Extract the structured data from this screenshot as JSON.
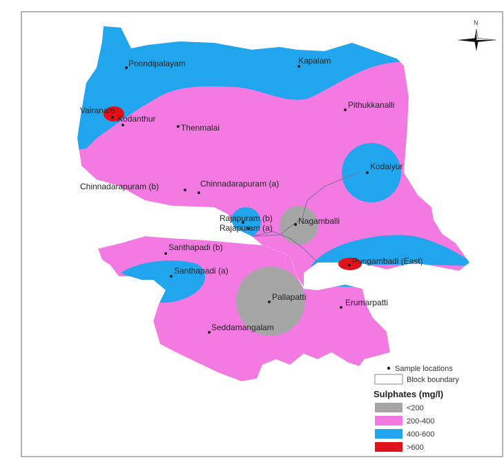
{
  "north_label": "N",
  "colors": {
    "gray": "#a6a6a6",
    "pink": "#f27ae0",
    "blue": "#21a6ee",
    "red": "#e0121b",
    "boundary": "#7a6e9a"
  },
  "places": [
    {
      "id": "poondipalayam",
      "name": "Poondipalayam"
    },
    {
      "id": "kapalam",
      "name": "Kapalam"
    },
    {
      "id": "pithukkanalli",
      "name": "Pithukkanalli"
    },
    {
      "id": "vairanam",
      "name": "Vairanam"
    },
    {
      "id": "kodanthur",
      "name": "Kodanthur"
    },
    {
      "id": "thenmalai",
      "name": "Thenmalai"
    },
    {
      "id": "kodaiyur",
      "name": "Kodaiyur"
    },
    {
      "id": "chinnadarapuram-b",
      "name": "Chinnadarapuram (b)"
    },
    {
      "id": "chinnadarapuram-a",
      "name": "Chinnadarapuram (a)"
    },
    {
      "id": "rajapuram-b",
      "name": "Rajapuram (b)"
    },
    {
      "id": "rajapuram-a",
      "name": "Rajapuram (a)"
    },
    {
      "id": "nagamballi",
      "name": "Nagamballi"
    },
    {
      "id": "santhapadi-b",
      "name": "Santhapadi (b)"
    },
    {
      "id": "santhapadi-a",
      "name": "Santhapadi (a)"
    },
    {
      "id": "pungambadi-east",
      "name": "Pungambadi (East)"
    },
    {
      "id": "pallapatti",
      "name": "Pallapatti"
    },
    {
      "id": "erumarpatti",
      "name": "Erumarpatti"
    },
    {
      "id": "seddamangalam",
      "name": "Seddamangalam"
    }
  ],
  "legend": {
    "sample_locations": "Sample locations",
    "block_boundary": "Block boundary",
    "title": "Sulphates (mg/l)",
    "classes": [
      {
        "label": "<200",
        "color": "#a6a6a6"
      },
      {
        "label": "200-400",
        "color": "#f27ae0"
      },
      {
        "label": "400-600",
        "color": "#21a6ee"
      },
      {
        "label": ">600",
        "color": "#e0121b"
      }
    ]
  }
}
